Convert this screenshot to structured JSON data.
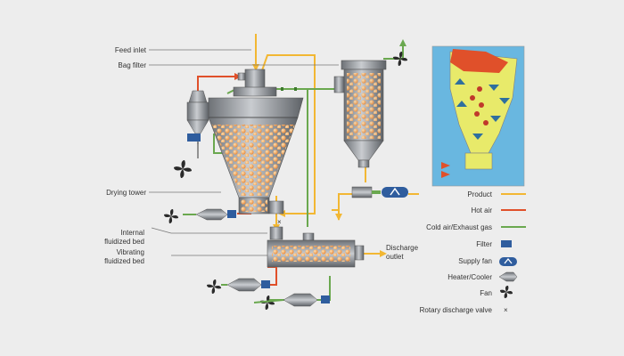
{
  "labels": {
    "feed_inlet": "Feed inlet",
    "bag_filter": "Bag filter",
    "drying_tower": "Drying tower",
    "internal_bed_1": "Internal",
    "internal_bed_2": "fluidized bed",
    "vibrating_bed_1": "Vibrating",
    "vibrating_bed_2": "fluidized bed",
    "discharge_1": "Discharge",
    "discharge_2": "outlet"
  },
  "legend": {
    "product": "Product",
    "hot_air": "Hot air",
    "cold_air": "Cold air/Exhaust gas",
    "filter": "Filter",
    "supply_fan": "Supply fan",
    "heater_cooler": "Heater/Cooler",
    "fan": "Fan",
    "rotary_valve": "Rotary discharge valve"
  },
  "colors": {
    "product": "#f2b733",
    "hot_air": "#e0502a",
    "cold_air": "#6aa84f",
    "filter_blue": "#2f5d9e",
    "vessel": "#8f9398",
    "particle": "#f0a050",
    "inset_blue": "#69b7e0",
    "inset_yellow": "#e8ea6a"
  }
}
